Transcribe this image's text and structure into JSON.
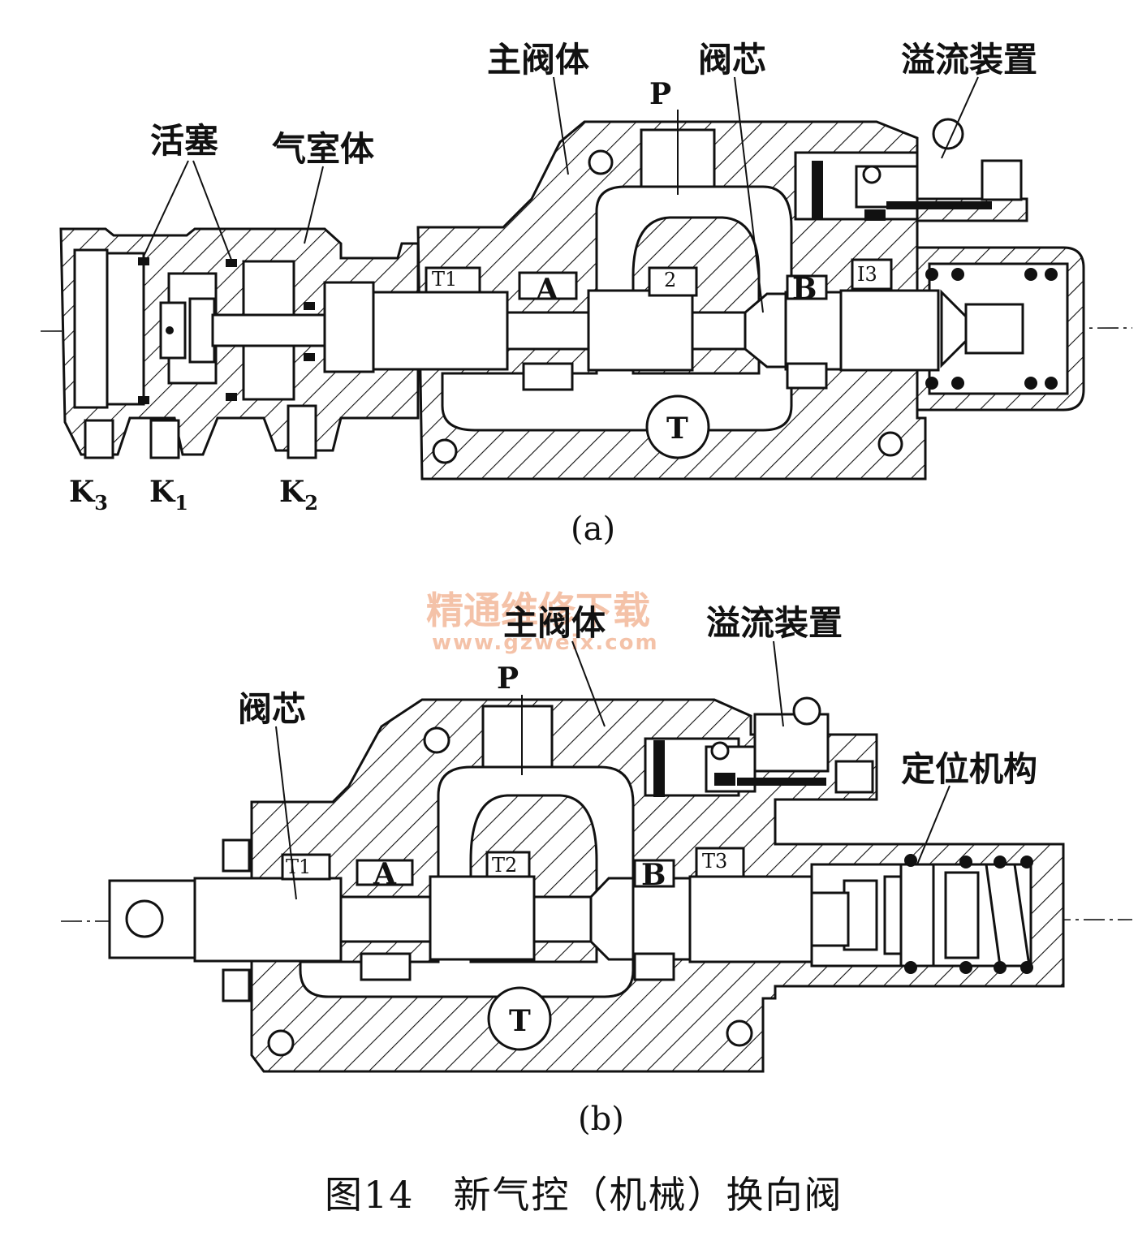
{
  "watermark": {
    "line1": "精通维修下载",
    "line2": "www.gzweix.com"
  },
  "figure_a": {
    "sublabel": "(a)",
    "callouts": {
      "main_body": "主阀体",
      "spool": "阀芯",
      "overflow": "溢流装置",
      "piston": "活塞",
      "air_chamber": "气室体",
      "P": "P"
    },
    "ports": {
      "T1": "T1",
      "A": "A",
      "T2": "2",
      "B": "B",
      "T3": "I3",
      "T": "T"
    },
    "k_ports": [
      {
        "base": "K",
        "sub": "3"
      },
      {
        "base": "K",
        "sub": "1"
      },
      {
        "base": "K",
        "sub": "2"
      }
    ]
  },
  "figure_b": {
    "sublabel": "(b)",
    "callouts": {
      "main_body": "主阀体",
      "overflow": "溢流装置",
      "spool": "阀芯",
      "detent": "定位机构",
      "P": "P"
    },
    "ports": {
      "T1": "T1",
      "A": "A",
      "T2": "T2",
      "B": "B",
      "T3": "T3",
      "T": "T"
    }
  },
  "caption": "图14　新气控（机械）换向阀"
}
